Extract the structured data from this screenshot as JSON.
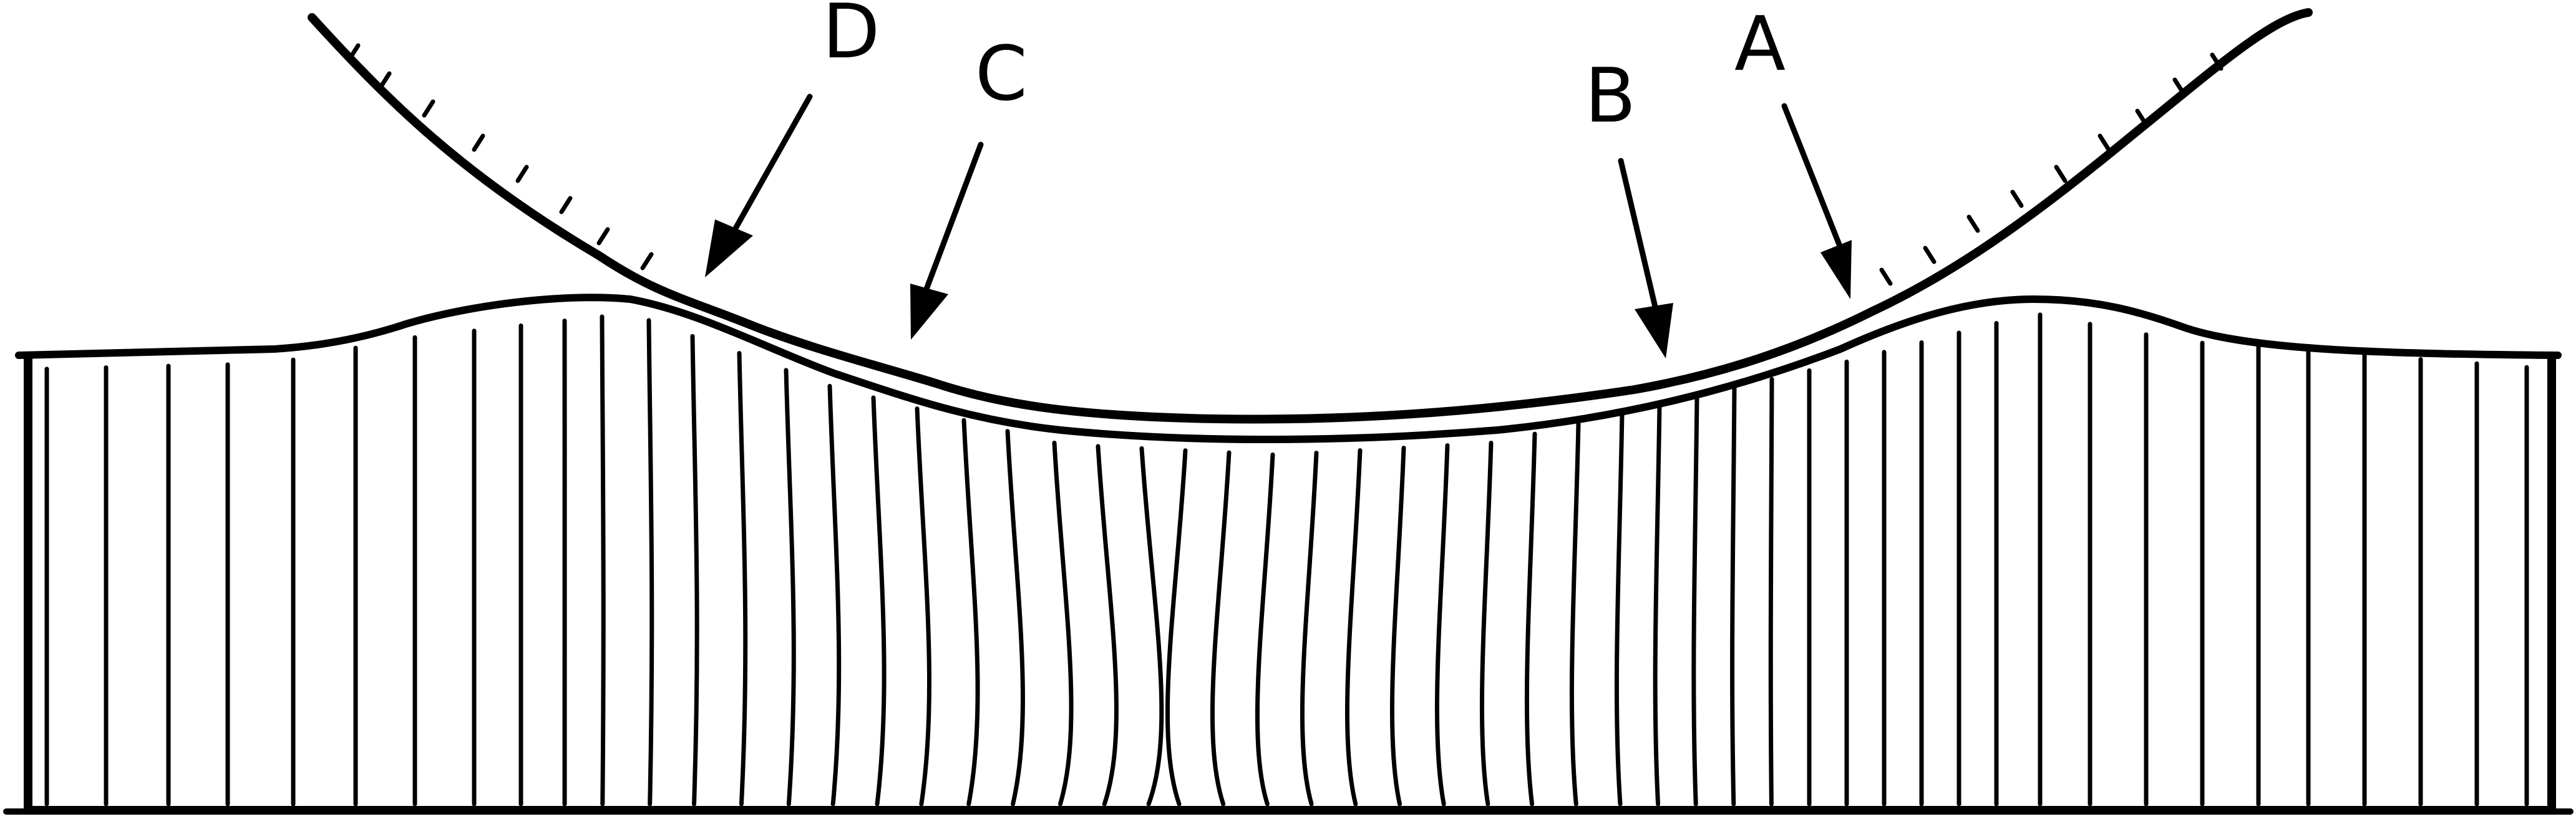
{
  "figure": {
    "labels": [
      {
        "id": "label-d",
        "text": "D"
      },
      {
        "id": "label-c",
        "text": "C"
      },
      {
        "id": "label-b",
        "text": "B"
      },
      {
        "id": "label-a",
        "text": "A"
      }
    ]
  },
  "colors": {
    "line": "#000000",
    "background": "#ffffff"
  }
}
